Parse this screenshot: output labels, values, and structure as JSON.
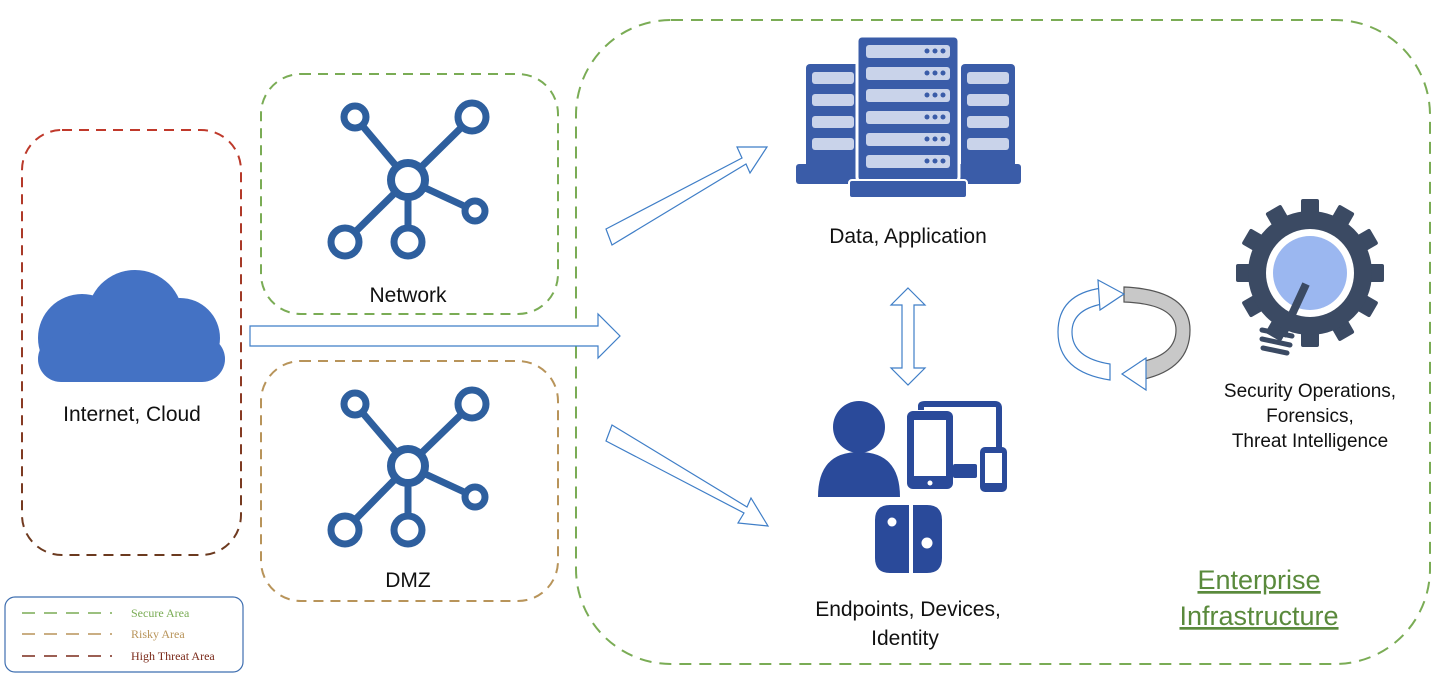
{
  "zones": {
    "internet": {
      "label": "Internet, Cloud"
    },
    "network": {
      "label": "Network"
    },
    "dmz": {
      "label": "DMZ"
    },
    "enterprise": {
      "title_line1": "Enterprise",
      "title_line2": "Infrastructure"
    }
  },
  "nodes": {
    "data_application": {
      "label": "Data, Application"
    },
    "endpoints": {
      "label_line1": "Endpoints, Devices,",
      "label_line2": "Identity"
    },
    "security_ops": {
      "label_line1": "Security Operations,",
      "label_line2": "Forensics,",
      "label_line3": "Threat Intelligence"
    }
  },
  "legend": {
    "items": [
      {
        "label": "Secure Area",
        "color": "#7aac55"
      },
      {
        "label": "Risky Area",
        "color": "#b8945a"
      },
      {
        "label": "High Threat Area",
        "color": "#7a2a1a"
      }
    ]
  },
  "colors": {
    "secure": "#7aac55",
    "risky": "#b8945a",
    "high_threat_top": "#c0392b",
    "high_threat_bottom": "#6b3a1f",
    "network_icon": "#2e5f9e",
    "cloud": "#4472c4",
    "server": "#3a5ca8",
    "gear": "#3b4a63",
    "arrow_stroke": "#3f7ec7"
  }
}
